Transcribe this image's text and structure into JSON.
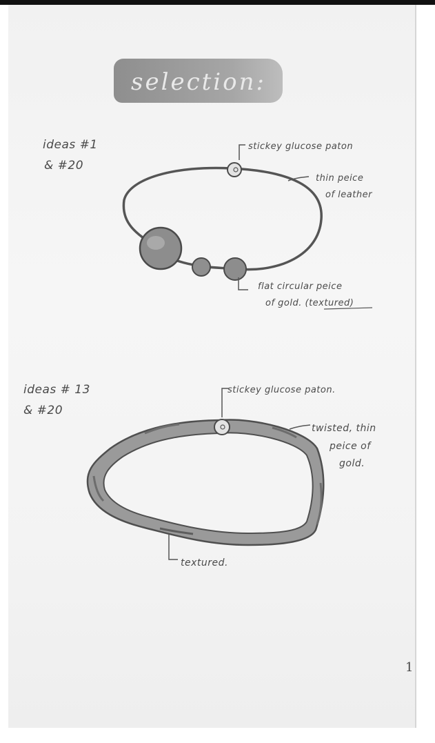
{
  "page": {
    "title": "selection:",
    "page_number_fragment": "1"
  },
  "sketch_1": {
    "idea_line_1": "ideas #1",
    "idea_line_2": "& #20",
    "annotation_top": "stickey glucose paton",
    "annotation_right_1": "thin peice",
    "annotation_right_2": "of leather",
    "annotation_bottom_1": "flat circular peice",
    "annotation_bottom_2": "of gold. (textured)"
  },
  "sketch_2": {
    "idea_line_1": "ideas # 13",
    "idea_line_2": "& #20",
    "annotation_top": "stickey glucose paton.",
    "annotation_right_1": "twisted, thin",
    "annotation_right_2": "peice of",
    "annotation_right_3": "gold.",
    "annotation_bottom": "textured."
  },
  "colors": {
    "ink": "#4a4a4a",
    "band": "#9a9a9a",
    "shading": "#8c8c8c"
  }
}
